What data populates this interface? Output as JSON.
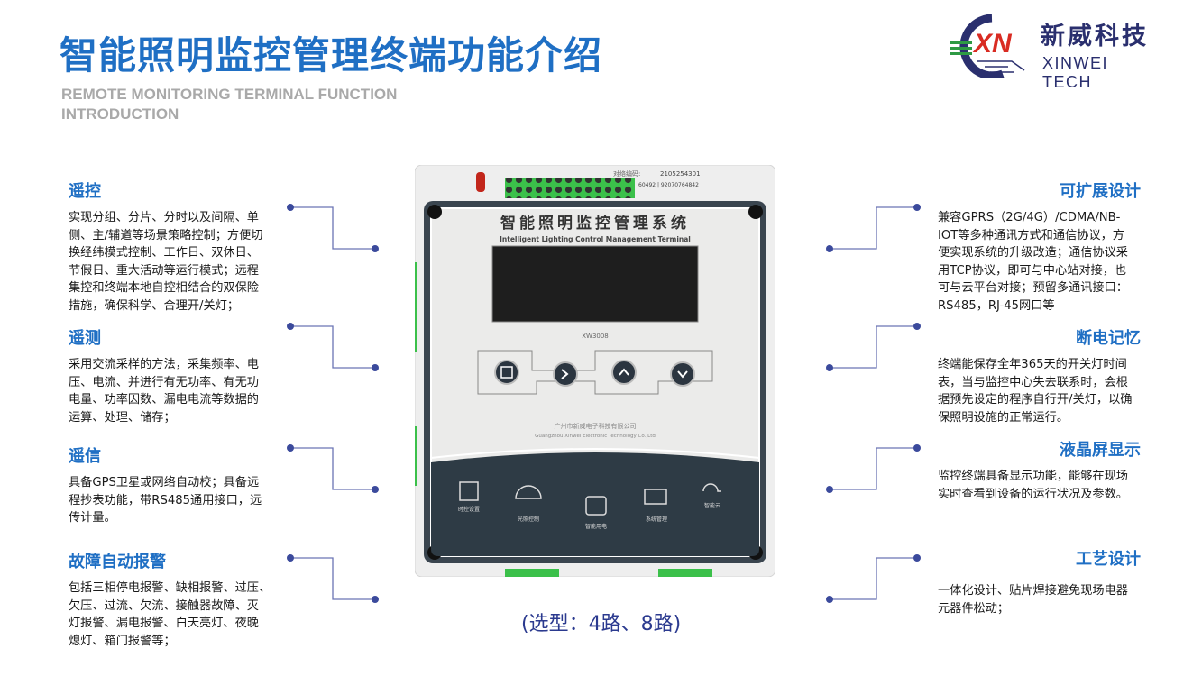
{
  "header": {
    "title": "智能照明监控管理终端功能介绍",
    "subtitle": "REMOTE MONITORING TERMINAL FUNCTION\nINTRODUCTION"
  },
  "logo": {
    "mark": "XN",
    "name_cn": "新威科技",
    "name_en": "XINWEI TECH"
  },
  "left_sections": [
    {
      "title": "遥控",
      "body": "实现分组、分片、分时以及间隔、单\n侧、主/辅道等场景策略控制；方便切\n换经纬模式控制、工作日、双休日、\n节假日、重大活动等运行模式；远程\n集控和终端本地自控相结合的双保险\n措施，确保科学、合理开/关灯；"
    },
    {
      "title": "遥测",
      "body": "采用交流采样的方法，采集频率、电\n压、电流、并进行有无功率、有无功\n电量、功率因数、漏电电流等数据的\n运算、处理、储存；"
    },
    {
      "title": "遥信",
      "body": "具备GPS卫星或网络自动校；具备远\n程抄表功能，带RS485通用接口，远\n传计量。"
    },
    {
      "title": "故障自动报警",
      "body": "包括三相停电报警、缺相报警、过压、\n欠压、过流、欠流、接触器故障、灭\n灯报警、漏电报警、白天亮灯、夜晚\n熄灯、箱门报警等；"
    }
  ],
  "right_sections": [
    {
      "title": "可扩展设计",
      "body": "兼容GPRS（2G/4G）/CDMA/NB-\nIOT等多种通讯方式和通信协议，方\n便实现系统的升级改造；通信协议采\n用TCP协议，即可与中心站对接，也\n可与云平台对接；预留多通讯接口：\nRS485，RJ-45网口等"
    },
    {
      "title": "断电记忆",
      "body": "终端能保存全年365天的开关灯时间\n表，当与监控中心失去联系时，会根\n据预先设定的程序自行开/关灯，以确\n保照明设施的正常运行。"
    },
    {
      "title": "液晶屏显示",
      "body": "监控终端具备显示功能，能够在现场\n实时查看到设备的运行状况及参数。"
    },
    {
      "title": "工艺设计",
      "body": "一体化设计、贴片焊接避免现场电器\n元器件松动；"
    }
  ],
  "device": {
    "title_cn": "智能照明监控管理系统",
    "title_en": "Intelligent Lighting Control Management Terminal",
    "model": "XW3008",
    "serial_label": "对络编码:",
    "serial": "2105254301",
    "serial2": "60492 | 92070764842",
    "company_cn": "广州市新威电子科技有限公司",
    "company_en": "Guangzhou Xinwei Electronic Technology Co.,Ltd",
    "features": [
      "时控设置",
      "光照控制",
      "智能用电",
      "系统管理",
      "智能云"
    ]
  },
  "selection_note": "(选型：4路、8路)",
  "colors": {
    "accent": "#1f6fc4",
    "connector": "#3b4a9c",
    "panel": "#2e3b45"
  }
}
